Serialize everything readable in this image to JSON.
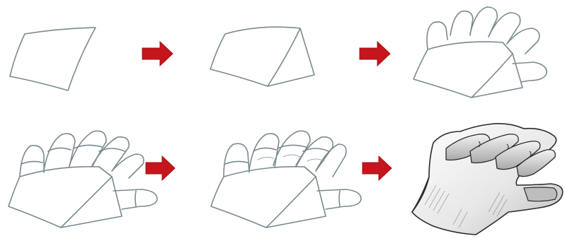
{
  "colors": {
    "background": "#ffffff",
    "sketch_line": "#7a8a8f",
    "sketch_line_dark": "#4f5b5f",
    "arrow": "#c4161c",
    "shade_dark": "#2b2b2b",
    "shade_mid": "#9a9a9a",
    "shade_light": "#d9d9d9"
  },
  "panels": [
    {
      "step": 1,
      "row": 1,
      "description_icon": "palm-plane-shape"
    },
    {
      "step": 2,
      "row": 1,
      "description_icon": "palm-wedge-shape"
    },
    {
      "step": 3,
      "row": 1,
      "description_icon": "hand-block-with-fingers"
    },
    {
      "step": 4,
      "row": 2,
      "description_icon": "hand-with-finger-segments"
    },
    {
      "step": 5,
      "row": 2,
      "description_icon": "hand-with-refined-contours"
    },
    {
      "step": 6,
      "row": 2,
      "description_icon": "shaded-hand-drawing"
    }
  ],
  "arrows": [
    {
      "from_step": 1,
      "to_step": 2,
      "icon": "right-arrow-icon"
    },
    {
      "from_step": 2,
      "to_step": 3,
      "icon": "right-arrow-icon"
    },
    {
      "from_step": 4,
      "to_step": 5,
      "icon": "right-arrow-icon"
    },
    {
      "from_step": 5,
      "to_step": 6,
      "icon": "right-arrow-icon"
    }
  ]
}
